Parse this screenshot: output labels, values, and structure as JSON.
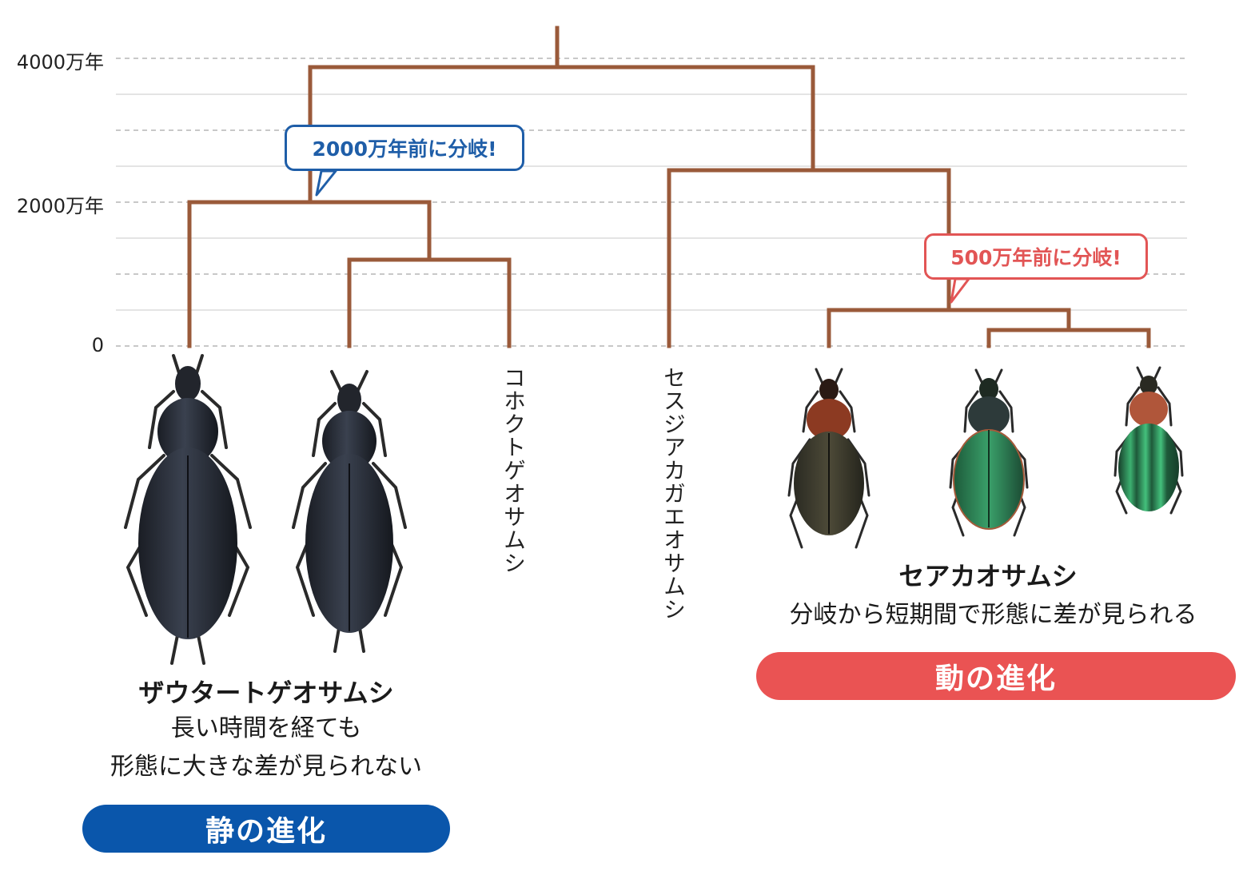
{
  "axis": {
    "label_top": "4000万年",
    "label_mid": "2000万年",
    "label_zero": "0"
  },
  "callouts": {
    "left": "2000万年前に分岐!",
    "right": "500万年前に分岐!"
  },
  "vertical_names": {
    "kohokuto": "コホクトゲオサムシ",
    "sesuji": "セスジアカガエオサムシ"
  },
  "left_group": {
    "name": "ザウタートゲオサムシ",
    "desc_line1": "長い時間を経ても",
    "desc_line2": "形態に大きな差が見られない",
    "badge": "静の進化"
  },
  "right_group": {
    "name": "セアカオサムシ",
    "desc": "分岐から短期間で形態に差が見られる",
    "badge": "動の進化"
  },
  "colors": {
    "tree": "#9a5a3a",
    "blue": "#0a56ab",
    "red": "#ea5353",
    "grid": "#c8c8c8"
  }
}
